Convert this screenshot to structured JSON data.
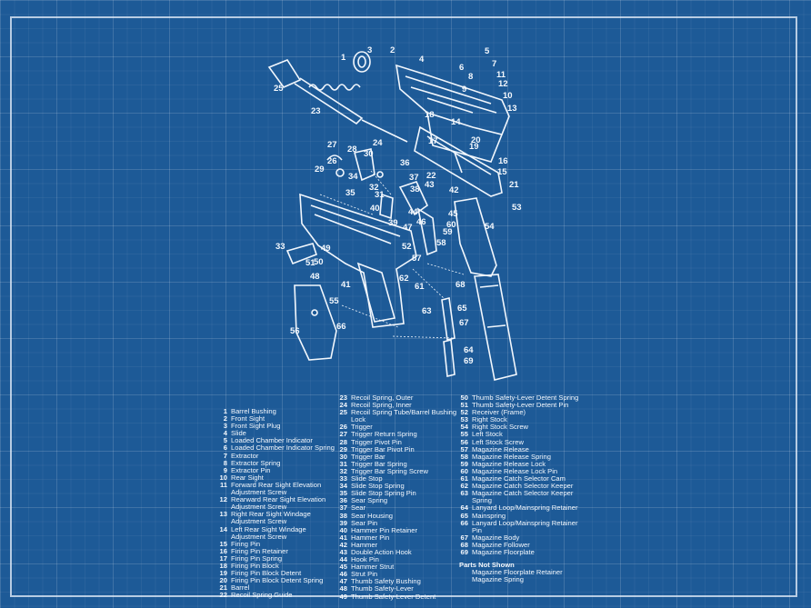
{
  "legend": {
    "col1": [
      {
        "n": "1",
        "t": "Barrel Bushing"
      },
      {
        "n": "2",
        "t": "Front Sight"
      },
      {
        "n": "3",
        "t": "Front Sight Plug"
      },
      {
        "n": "4",
        "t": "Slide"
      },
      {
        "n": "5",
        "t": "Loaded Chamber Indicator"
      },
      {
        "n": "6",
        "t": "Loaded Chamber Indicator Spring"
      },
      {
        "n": "7",
        "t": "Extractor"
      },
      {
        "n": "8",
        "t": "Extractor Spring"
      },
      {
        "n": "9",
        "t": "Extractor Pin"
      },
      {
        "n": "10",
        "t": "Rear Sight"
      },
      {
        "n": "11",
        "t": "Forward Rear Sight Elevation"
      },
      {
        "n": "",
        "t": "Adjustment Screw"
      },
      {
        "n": "12",
        "t": "Rearward Rear Sight Elevation"
      },
      {
        "n": "",
        "t": "Adjustment Screw"
      },
      {
        "n": "13",
        "t": "Right Rear Sight Windage"
      },
      {
        "n": "",
        "t": "Adjustment Screw"
      },
      {
        "n": "14",
        "t": "Left Rear Sight Windage"
      },
      {
        "n": "",
        "t": "Adjustment Screw"
      },
      {
        "n": "15",
        "t": "Firing Pin"
      },
      {
        "n": "16",
        "t": "Firing Pin Retainer"
      },
      {
        "n": "17",
        "t": "Firing Pin Spring"
      },
      {
        "n": "18",
        "t": "Firing Pin Block"
      },
      {
        "n": "19",
        "t": "Firing Pin Block Detent"
      },
      {
        "n": "20",
        "t": "Firing Pin Block Detent Spring"
      },
      {
        "n": "21",
        "t": "Barrel"
      },
      {
        "n": "22",
        "t": "Recoil Spring Guide"
      }
    ],
    "col2": [
      {
        "n": "23",
        "t": "Recoil Spring, Outer"
      },
      {
        "n": "24",
        "t": "Recoil Spring, Inner"
      },
      {
        "n": "25",
        "t": "Recoil Spring Tube/Barrel Bushing"
      },
      {
        "n": "",
        "t": "Lock"
      },
      {
        "n": "26",
        "t": "Trigger"
      },
      {
        "n": "27",
        "t": "Trigger Return Spring"
      },
      {
        "n": "28",
        "t": "Trigger Pivot Pin"
      },
      {
        "n": "29",
        "t": "Trigger Bar Pivot Pin"
      },
      {
        "n": "30",
        "t": "Trigger Bar"
      },
      {
        "n": "31",
        "t": "Trigger Bar Spring"
      },
      {
        "n": "32",
        "t": "Trigger Bar Spring Screw"
      },
      {
        "n": "33",
        "t": "Slide Stop"
      },
      {
        "n": "34",
        "t": "Slide Stop Spring"
      },
      {
        "n": "35",
        "t": "Slide Stop Spring Pin"
      },
      {
        "n": "36",
        "t": "Sear Spring"
      },
      {
        "n": "37",
        "t": "Sear"
      },
      {
        "n": "38",
        "t": "Sear Housing"
      },
      {
        "n": "39",
        "t": "Sear Pin"
      },
      {
        "n": "40",
        "t": "Hammer Pin Retainer"
      },
      {
        "n": "41",
        "t": "Hammer Pin"
      },
      {
        "n": "42",
        "t": "Hammer"
      },
      {
        "n": "43",
        "t": "Double Action Hook"
      },
      {
        "n": "44",
        "t": "Hook Pin"
      },
      {
        "n": "45",
        "t": "Hammer Strut"
      },
      {
        "n": "46",
        "t": "Strut Pin"
      },
      {
        "n": "47",
        "t": "Thumb Safety Bushing"
      },
      {
        "n": "48",
        "t": "Thumb Safety-Lever"
      },
      {
        "n": "49",
        "t": "Thumb Safety-Lever Detent"
      }
    ],
    "col3": [
      {
        "n": "50",
        "t": "Thumb Safety-Lever Detent Spring"
      },
      {
        "n": "51",
        "t": "Thumb Safety-Lever Detent Pin"
      },
      {
        "n": "52",
        "t": "Receiver (Frame)"
      },
      {
        "n": "53",
        "t": "Right Stock"
      },
      {
        "n": "54",
        "t": "Right Stock Screw"
      },
      {
        "n": "55",
        "t": "Left Stock"
      },
      {
        "n": "56",
        "t": "Left Stock Screw"
      },
      {
        "n": "57",
        "t": "Magazine Release"
      },
      {
        "n": "58",
        "t": "Magazine Release Spring"
      },
      {
        "n": "59",
        "t": "Magazine Release Lock"
      },
      {
        "n": "60",
        "t": "Magazine Release Lock Pin"
      },
      {
        "n": "61",
        "t": "Magazine Catch Selector Cam"
      },
      {
        "n": "62",
        "t": "Magazine Catch Selector Keeper"
      },
      {
        "n": "63",
        "t": "Magazine Catch Selector Keeper"
      },
      {
        "n": "",
        "t": "Spring"
      },
      {
        "n": "64",
        "t": "Lanyard Loop/Mainspring Retainer"
      },
      {
        "n": "65",
        "t": "Mainspring"
      },
      {
        "n": "66",
        "t": "Lanyard Loop/Mainspring Retainer"
      },
      {
        "n": "",
        "t": "Pin"
      },
      {
        "n": "67",
        "t": "Magazine Body"
      },
      {
        "n": "68",
        "t": "Magazine Follower"
      },
      {
        "n": "69",
        "t": "Magazine Floorplate"
      }
    ],
    "extra_title": "Parts Not Shown",
    "extra_items": [
      "Magazine Floorplate Retainer",
      "Magazine Spring"
    ]
  },
  "callouts": [
    {
      "label": "1"
    },
    {
      "label": "2"
    },
    {
      "label": "3"
    },
    {
      "label": "4"
    },
    {
      "label": "5"
    },
    {
      "label": "6"
    },
    {
      "label": "7"
    },
    {
      "label": "8"
    },
    {
      "label": "9"
    },
    {
      "label": "10"
    },
    {
      "label": "11"
    },
    {
      "label": "12"
    },
    {
      "label": "13"
    },
    {
      "label": "14"
    },
    {
      "label": "15"
    },
    {
      "label": "16"
    },
    {
      "label": "17"
    },
    {
      "label": "18"
    },
    {
      "label": "19"
    },
    {
      "label": "20"
    },
    {
      "label": "21"
    },
    {
      "label": "22"
    },
    {
      "label": "23"
    },
    {
      "label": "24"
    },
    {
      "label": "25"
    },
    {
      "label": "26"
    },
    {
      "label": "27"
    },
    {
      "label": "28"
    },
    {
      "label": "29"
    },
    {
      "label": "30"
    },
    {
      "label": "31"
    },
    {
      "label": "32"
    },
    {
      "label": "33"
    },
    {
      "label": "34"
    },
    {
      "label": "35"
    },
    {
      "label": "36"
    },
    {
      "label": "37"
    },
    {
      "label": "38"
    },
    {
      "label": "39"
    },
    {
      "label": "40"
    },
    {
      "label": "41"
    },
    {
      "label": "42"
    },
    {
      "label": "43"
    },
    {
      "label": "44"
    },
    {
      "label": "45"
    },
    {
      "label": "46"
    },
    {
      "label": "47"
    },
    {
      "label": "48"
    },
    {
      "label": "49"
    },
    {
      "label": "50"
    },
    {
      "label": "51"
    },
    {
      "label": "52"
    },
    {
      "label": "53"
    },
    {
      "label": "54"
    },
    {
      "label": "55"
    },
    {
      "label": "56"
    },
    {
      "label": "57"
    },
    {
      "label": "58"
    },
    {
      "label": "59"
    },
    {
      "label": "60"
    },
    {
      "label": "61"
    },
    {
      "label": "62"
    },
    {
      "label": "63"
    },
    {
      "label": "64"
    },
    {
      "label": "65"
    },
    {
      "label": "66"
    },
    {
      "label": "67"
    },
    {
      "label": "68"
    },
    {
      "label": "69"
    }
  ],
  "colors": {
    "background": "#1d5a97",
    "line": "#f2f7fd"
  }
}
